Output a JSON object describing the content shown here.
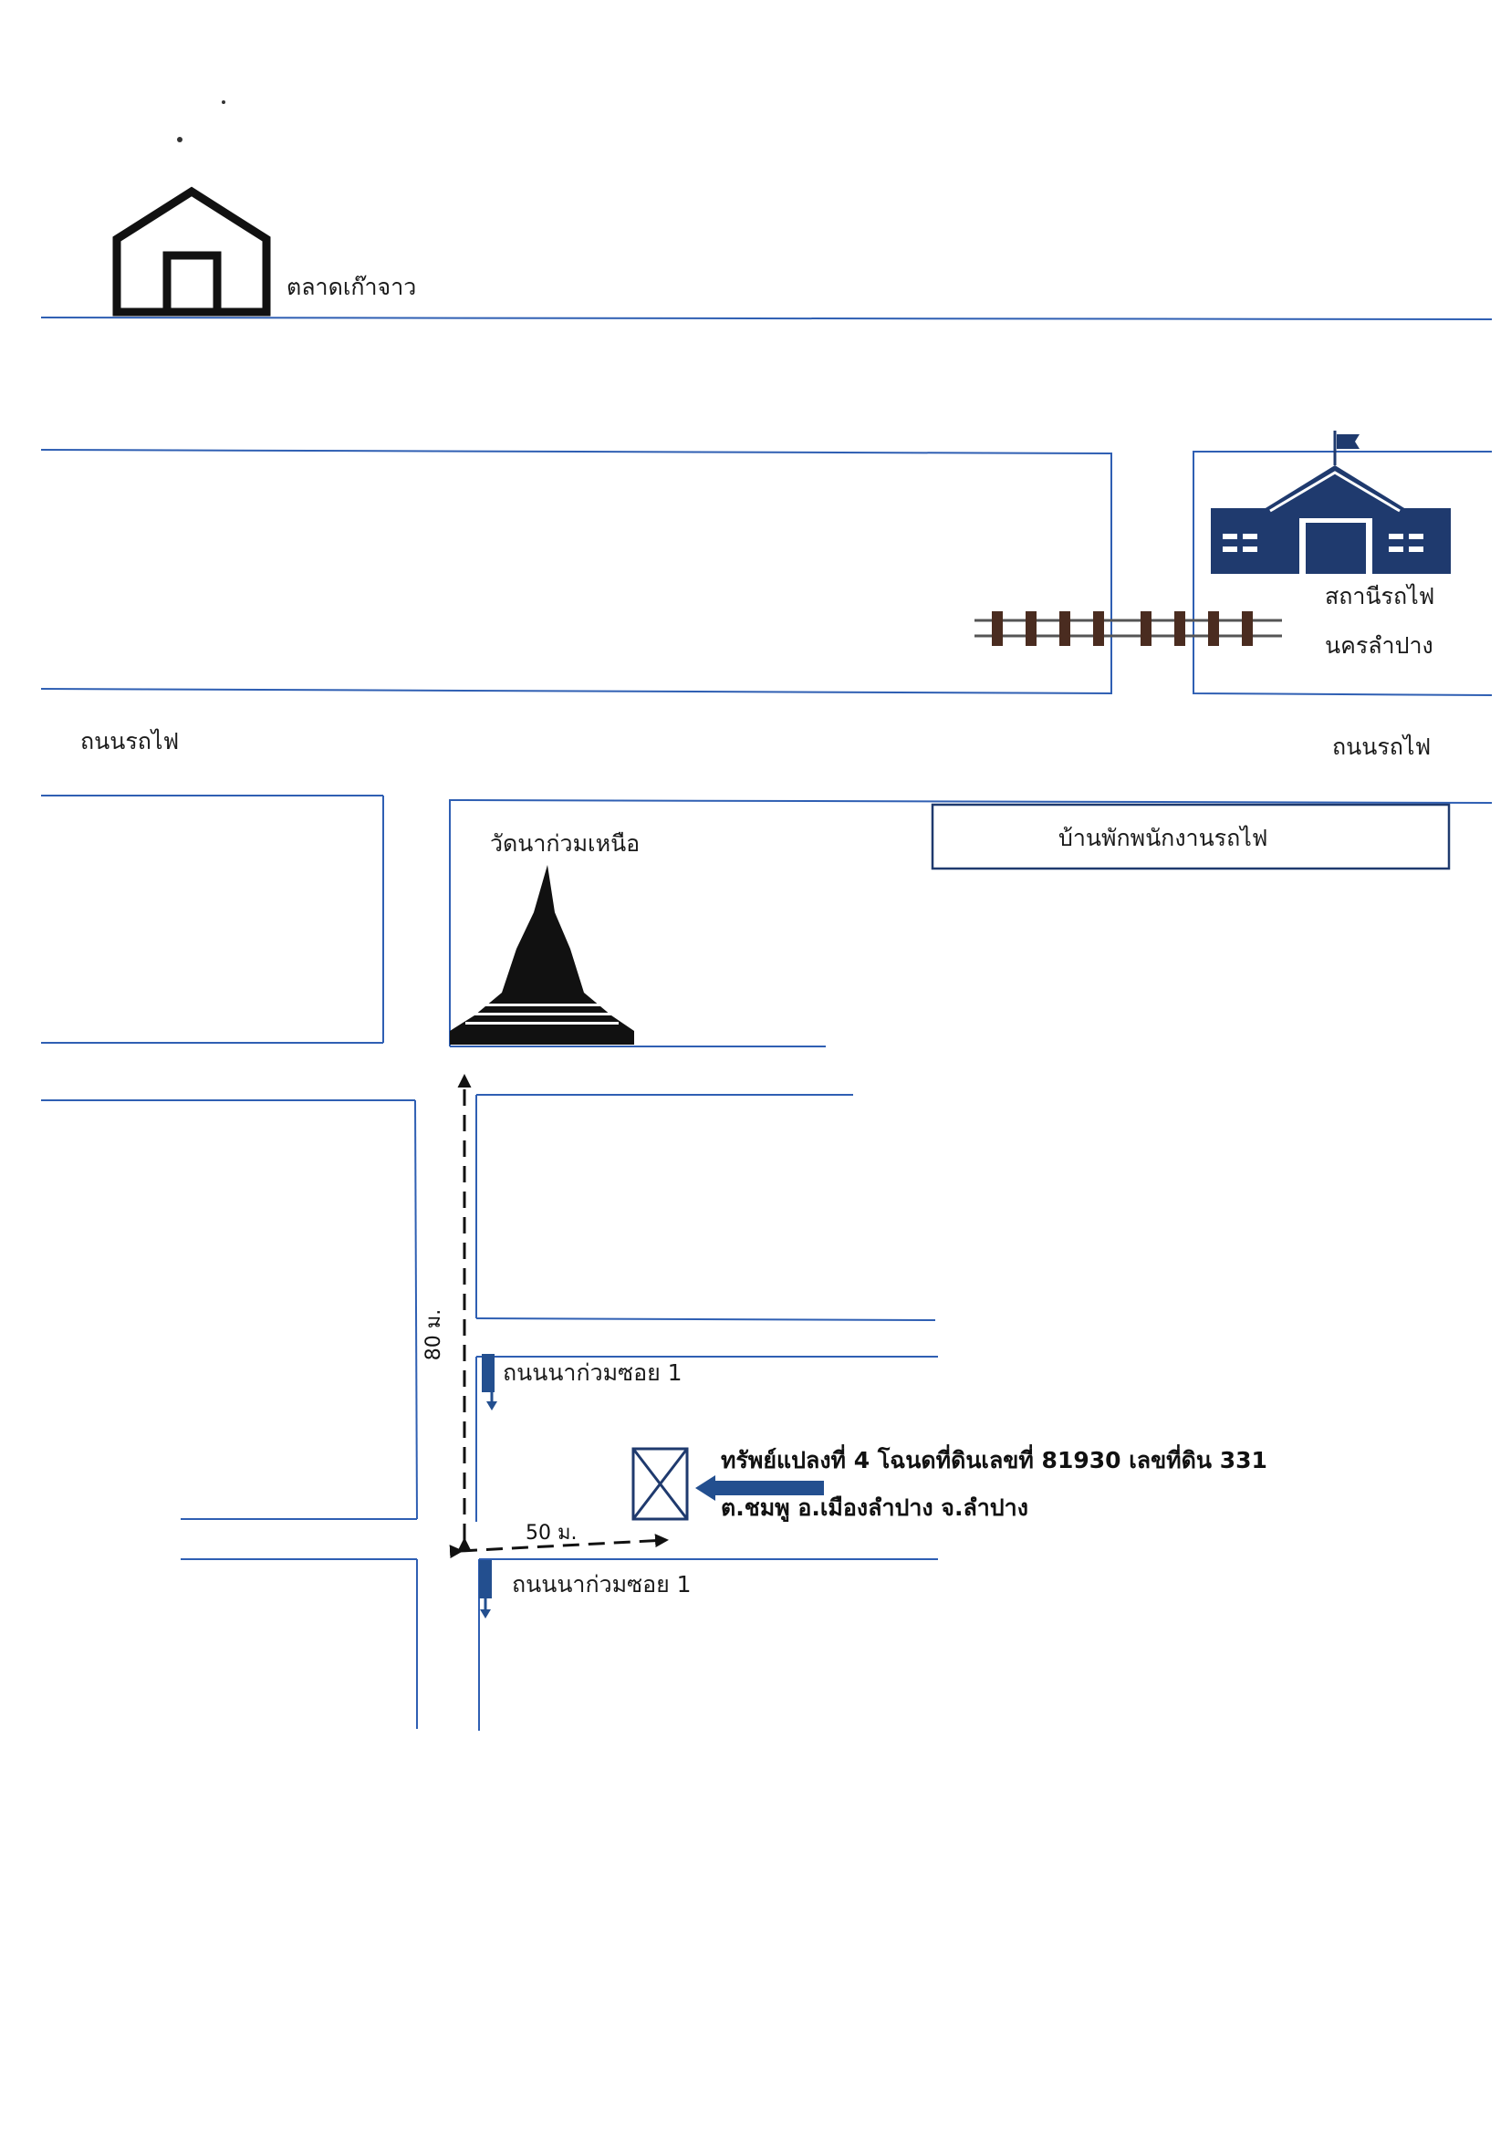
{
  "landmarks": {
    "market": "ตลาดเก๊าจาว",
    "station_line1": "สถานีรถไฟ",
    "station_line2": "นครลำปาง",
    "temple": "วัดนาก่วมเหนือ",
    "staff_housing": "บ้านพักพนักงานรถไฟ"
  },
  "roads": {
    "railway_road_left": "ถนนรถไฟ",
    "railway_road_right": "ถนนรถไฟ",
    "soi_upper": "ถนนนาก่วมซอย 1",
    "soi_lower": "ถนนนาก่วมซอย 1"
  },
  "property": {
    "line1": "ทรัพย์แปลงที่  4  โฉนดที่ดินเลขที่  81930  เลขที่ดิน 331",
    "line2": "ต.ชมพู  อ.เมืองลำปาง  จ.ลำปาง"
  },
  "distances": {
    "vertical": "80 ม.",
    "horizontal": "50 ม."
  },
  "colors": {
    "road_line": "#2f5fb3",
    "icon_navy": "#1f3a6e",
    "arrow_blue": "#234f8f"
  },
  "icons": {
    "market": "house-icon",
    "station": "train-station-icon",
    "railway": "railway-track-icon",
    "temple": "pagoda-icon",
    "property": "property-marker-icon",
    "pointer": "arrow-left-icon"
  }
}
